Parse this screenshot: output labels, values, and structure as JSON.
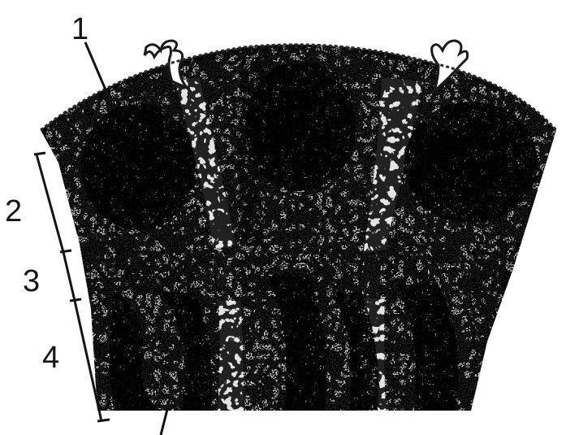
{
  "labels": {
    "one": "1",
    "two": "2",
    "three": "3",
    "four": "4"
  },
  "colors": {
    "background": "#ffffff",
    "ink": "#141414",
    "tissue_light": "#9a9a9a",
    "tissue_mid": "#5a5a5a",
    "tissue_dark": "#1a1a1a"
  }
}
